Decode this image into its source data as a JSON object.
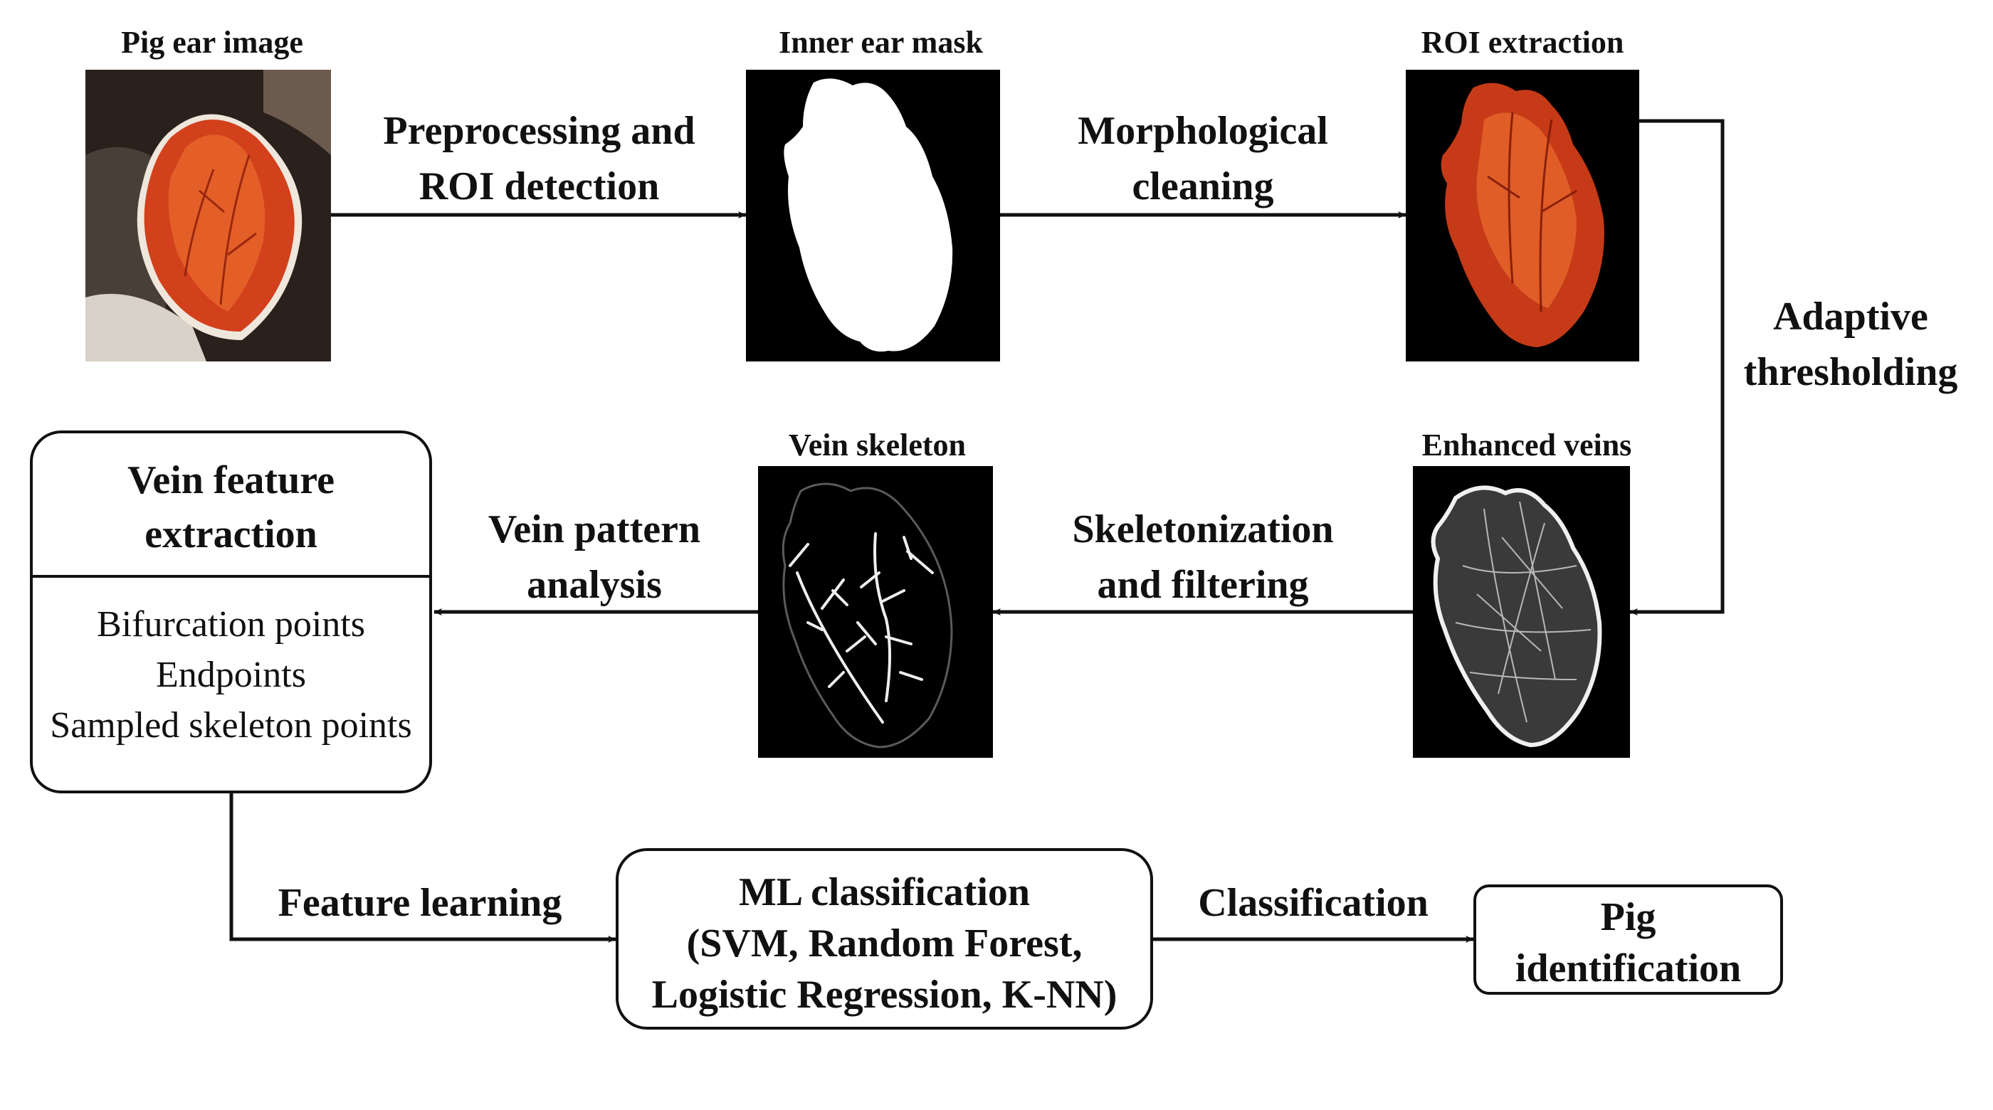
{
  "captions": {
    "pig_ear_image": "Pig ear image",
    "inner_ear_mask": "Inner ear mask",
    "roi_extraction": "ROI extraction",
    "enhanced_veins": "Enhanced veins",
    "vein_skeleton": "Vein skeleton"
  },
  "edges": {
    "preprocessing": [
      "Preprocessing and",
      "ROI detection"
    ],
    "morphological": [
      "Morphological",
      "cleaning"
    ],
    "adaptive": [
      "Adaptive",
      "thresholding"
    ],
    "skeletonization": [
      "Skeletonization",
      "and filtering"
    ],
    "vein_pattern": [
      "Vein pattern",
      "analysis"
    ],
    "feature_learning": "Feature learning",
    "classification": "Classification"
  },
  "feature_box": {
    "title": [
      "Vein feature",
      "extraction"
    ],
    "items": [
      "Bifurcation points",
      "Endpoints",
      "Sampled skeleton points"
    ]
  },
  "ml_box": {
    "lines": [
      "ML classification",
      "(SVM, Random Forest,",
      "Logistic Regression, K-NN)"
    ]
  },
  "pig_box": {
    "lines": [
      "Pig",
      "identification"
    ]
  },
  "colors": {
    "line": "#111111",
    "panel_background": "#000000",
    "ear_tissue": "#d2401c",
    "mask": "#ffffff",
    "vein_lines": "#e8e8e8"
  }
}
